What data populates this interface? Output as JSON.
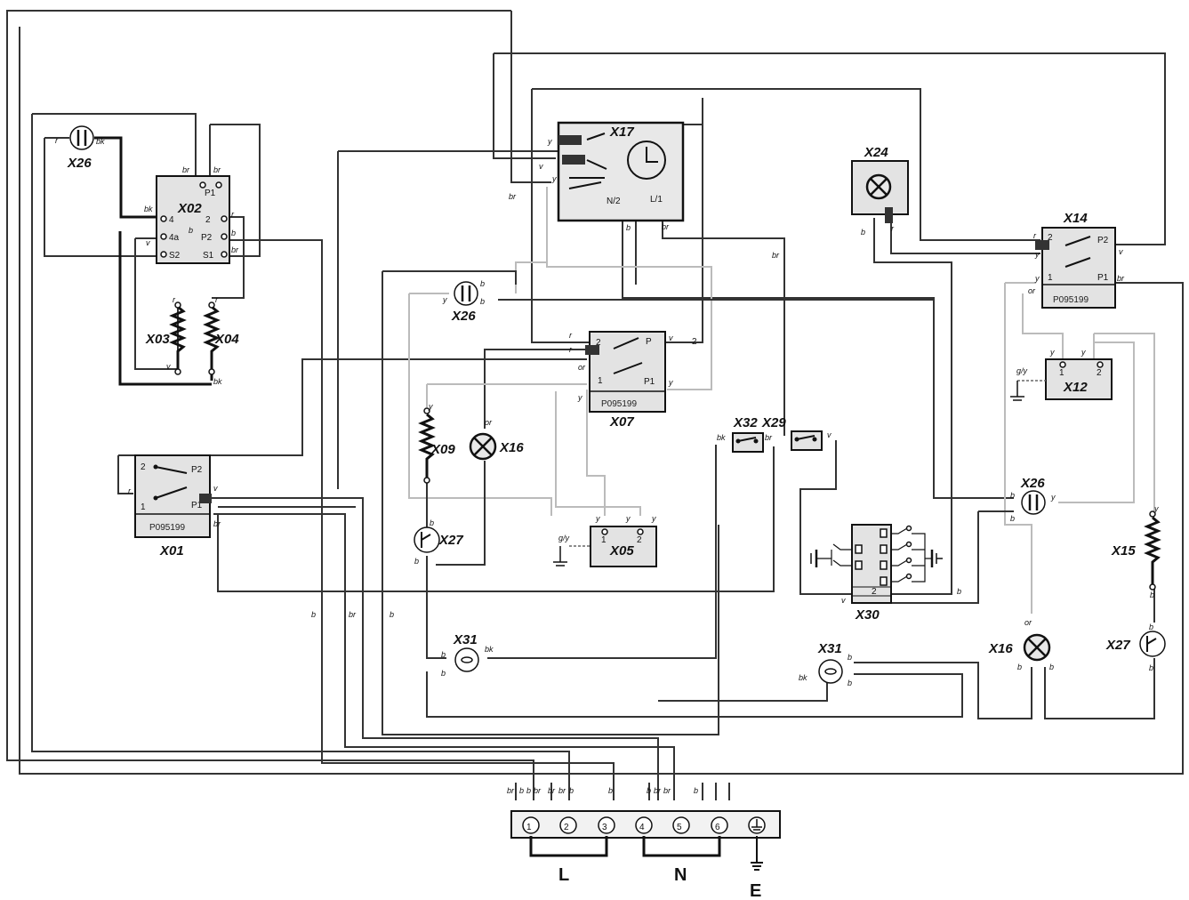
{
  "components": {
    "x01": {
      "label": "X01",
      "part": "P095199",
      "pins": [
        "2",
        "P2",
        "1",
        "P1"
      ]
    },
    "x02": {
      "label": "X02",
      "pins": [
        "P1",
        "4",
        "4a",
        "S2",
        "2",
        "P2",
        "S1"
      ]
    },
    "x03": {
      "label": "X03"
    },
    "x04": {
      "label": "X04"
    },
    "x05": {
      "label": "X05",
      "pins": [
        "1",
        "2"
      ]
    },
    "x07": {
      "label": "X07",
      "part": "P095199",
      "pins": [
        "2",
        "P",
        "1",
        "P1",
        "2"
      ]
    },
    "x09": {
      "label": "X09"
    },
    "x12": {
      "label": "X12",
      "pins": [
        "1",
        "2"
      ]
    },
    "x14": {
      "label": "X14",
      "part": "P095199",
      "pins": [
        "2",
        "P2",
        "1",
        "P1"
      ]
    },
    "x15": {
      "label": "X15"
    },
    "x16a": {
      "label": "X16"
    },
    "x16b": {
      "label": "X16"
    },
    "x17": {
      "label": "X17",
      "pins": [
        "N/2",
        "L/1"
      ]
    },
    "x24": {
      "label": "X24"
    },
    "x26a": {
      "label": "X26"
    },
    "x26b": {
      "label": "X26"
    },
    "x26c": {
      "label": "X26"
    },
    "x27a": {
      "label": "X27"
    },
    "x27b": {
      "label": "X27"
    },
    "x29": {
      "label": "X29"
    },
    "x30": {
      "label": "X30",
      "pins": [
        "2"
      ]
    },
    "x31a": {
      "label": "X31"
    },
    "x31b": {
      "label": "X31"
    },
    "x32": {
      "label": "X32"
    }
  },
  "terminal_block": {
    "terminals": [
      "1",
      "2",
      "3",
      "4",
      "5",
      "6"
    ],
    "groups": [
      "L",
      "N",
      "E"
    ]
  },
  "wire_codes": {
    "r": "r",
    "bk": "bk",
    "br": "br",
    "b": "b",
    "v": "v",
    "y": "y",
    "or": "or",
    "gy": "g/y"
  }
}
